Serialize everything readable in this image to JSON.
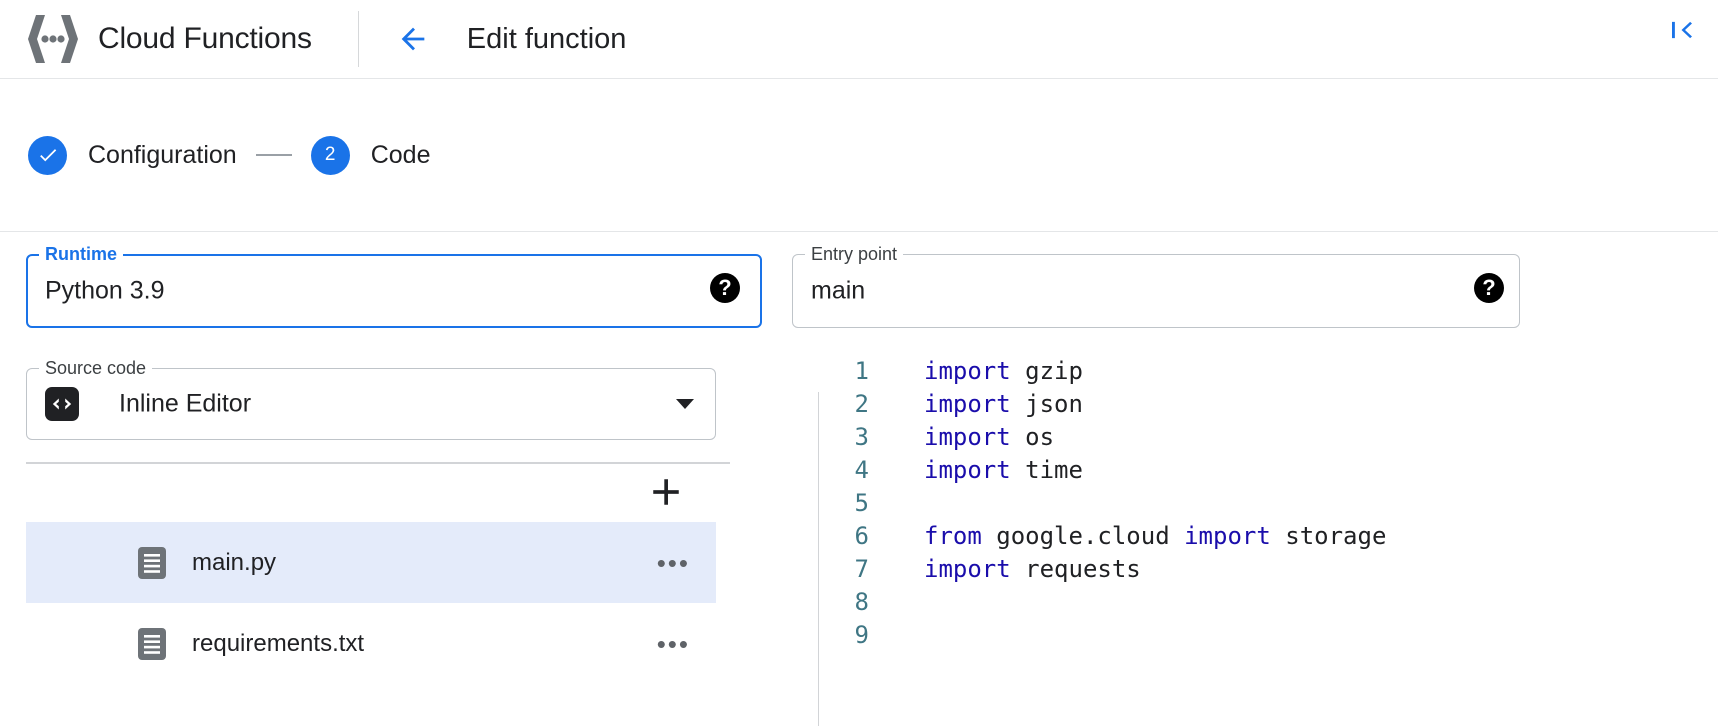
{
  "header": {
    "logo_icon": "cloud-functions-logo-icon",
    "product_title": "Cloud Functions",
    "back_icon": "arrow-left-icon",
    "page_title": "Edit function",
    "collapse_icon": "collapse-panel-icon"
  },
  "stepper": {
    "steps": [
      {
        "marker": "✓",
        "label": "Configuration",
        "state": "complete"
      },
      {
        "marker": "2",
        "label": "Code",
        "state": "active"
      }
    ],
    "connector": "—",
    "accent_color": "#1a73e8"
  },
  "form": {
    "runtime": {
      "label": "Runtime",
      "value": "Python 3.9",
      "focused": true,
      "help_icon": "help-icon",
      "caret_icon": "chevron-down-icon"
    },
    "entry_point": {
      "label": "Entry point",
      "value": "main",
      "focused": false,
      "help_icon": "help-icon"
    },
    "source_code": {
      "label": "Source code",
      "value": "Inline Editor",
      "badge_icon": "code-brackets-icon",
      "badge_glyph": "<>",
      "caret_icon": "chevron-down-icon"
    }
  },
  "file_panel": {
    "add_label": "+",
    "menu_label": "•••",
    "files": [
      {
        "name": "main.py",
        "icon": "file-icon",
        "selected": true
      },
      {
        "name": "requirements.txt",
        "icon": "file-icon",
        "selected": false
      }
    ]
  },
  "editor": {
    "lines": [
      {
        "n": "1",
        "tokens": [
          {
            "t": "import",
            "c": "kw"
          },
          {
            "t": " gzip",
            "c": "id"
          }
        ]
      },
      {
        "n": "2",
        "tokens": [
          {
            "t": "import",
            "c": "kw"
          },
          {
            "t": " json",
            "c": "id"
          }
        ]
      },
      {
        "n": "3",
        "tokens": [
          {
            "t": "import",
            "c": "kw"
          },
          {
            "t": " os",
            "c": "id"
          }
        ]
      },
      {
        "n": "4",
        "tokens": [
          {
            "t": "import",
            "c": "kw"
          },
          {
            "t": " time",
            "c": "id"
          }
        ]
      },
      {
        "n": "5",
        "tokens": []
      },
      {
        "n": "6",
        "tokens": [
          {
            "t": "from",
            "c": "kw"
          },
          {
            "t": " google.cloud ",
            "c": "id"
          },
          {
            "t": "import",
            "c": "kw"
          },
          {
            "t": " storage",
            "c": "id"
          }
        ]
      },
      {
        "n": "7",
        "tokens": [
          {
            "t": "import",
            "c": "kw"
          },
          {
            "t": " requests",
            "c": "id"
          }
        ]
      },
      {
        "n": "8",
        "tokens": []
      },
      {
        "n": "9",
        "tokens": []
      }
    ],
    "keyword_color": "#1a0dab",
    "linenumber_color": "#3f7684",
    "text_color": "#202124"
  }
}
